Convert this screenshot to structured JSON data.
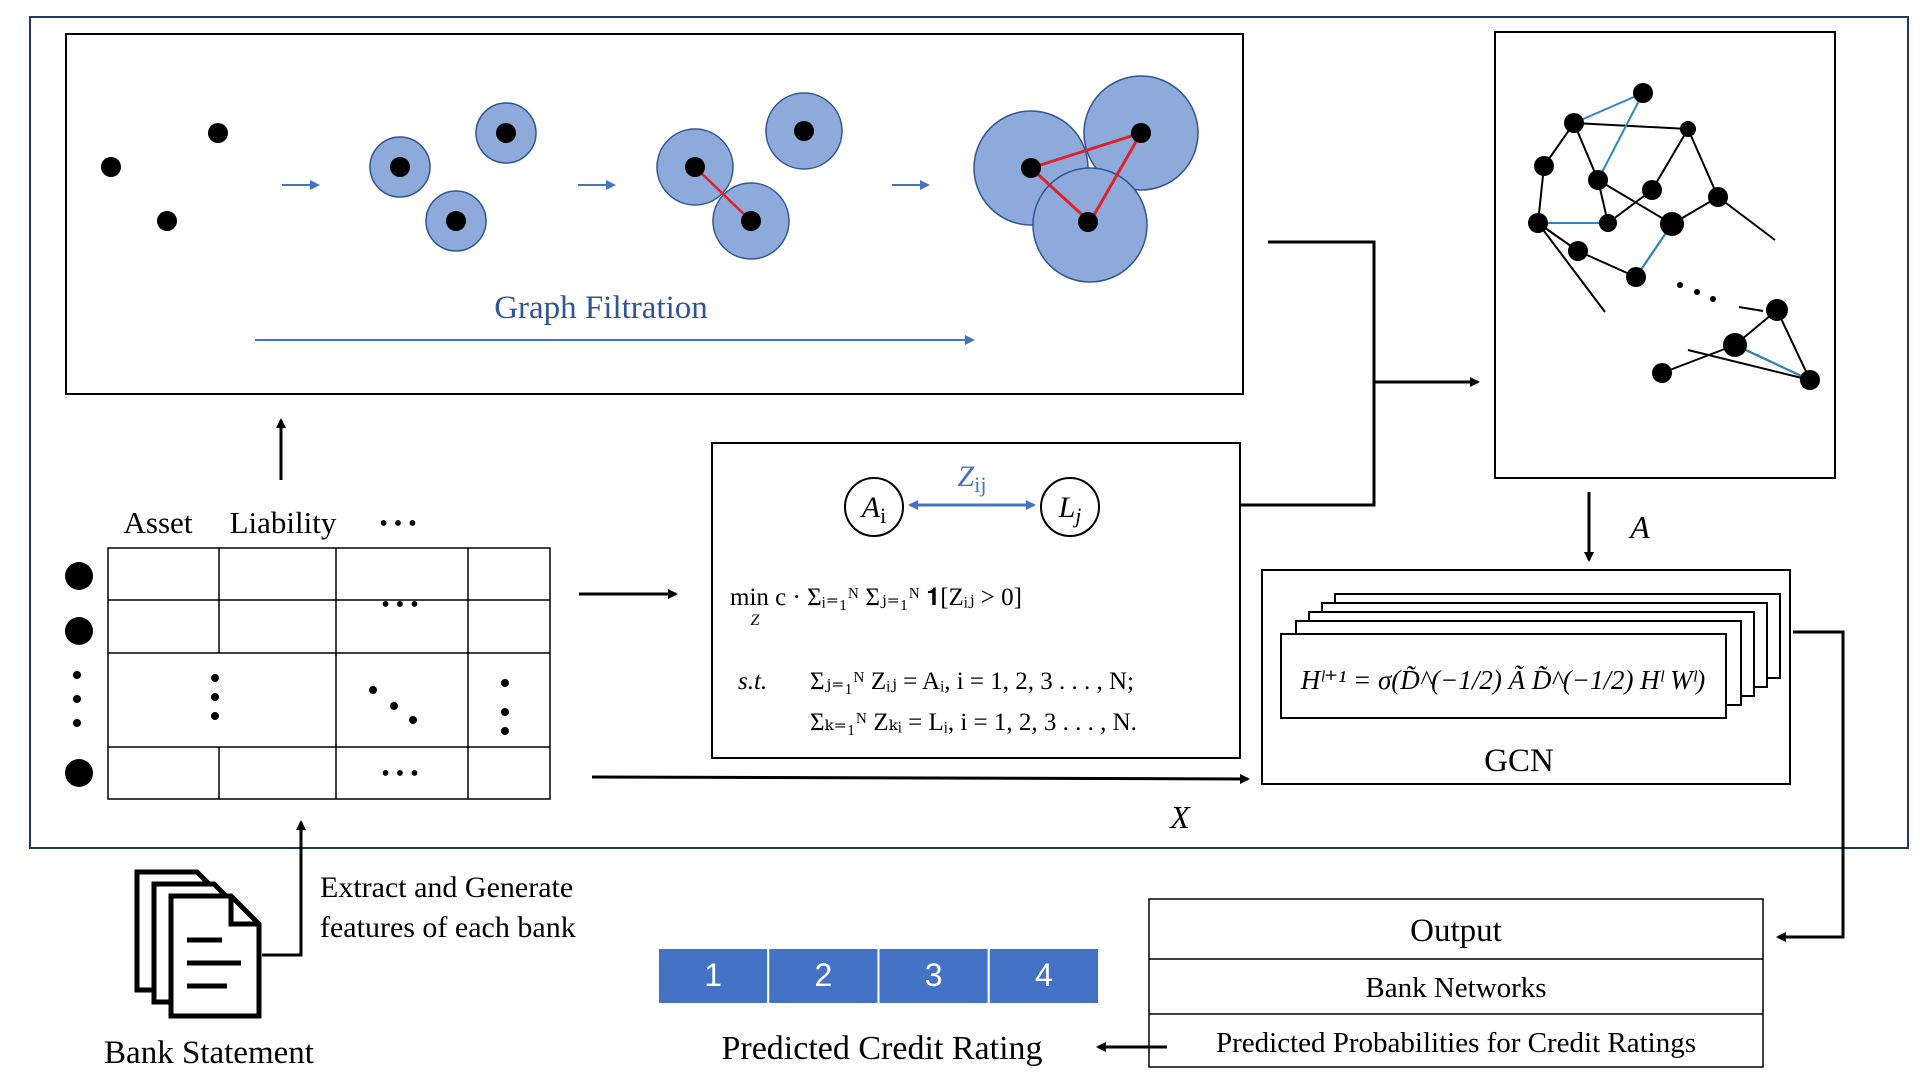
{
  "graph_filtration": {
    "label": "Graph Filtration"
  },
  "table": {
    "col_asset": "Asset",
    "col_liability": "Liability",
    "col_dots": "• • •",
    "row_dots": "• • •"
  },
  "optimization": {
    "node_a": "A",
    "node_a_sub": "i",
    "node_l": "L",
    "node_l_sub": "j",
    "edge_label": "Z",
    "edge_label_sub": "ij",
    "objective": "min  c · Σᵢ₌₁ᴺ Σⱼ₌₁ᴺ 𝟏[Zᵢⱼ > 0]",
    "objective_var": "Z",
    "constraint_prefix": "s.t.",
    "constraint_1": "Σⱼ₌₁ᴺ Zᵢⱼ = Aᵢ, i = 1, 2, 3 . . . , N;",
    "constraint_2": "Σₖ₌₁ᴺ Zₖᵢ = Lᵢ, i = 1, 2, 3 . . . , N."
  },
  "gcn": {
    "formula": "Hˡ⁺¹ = σ(D̃^(−1/2) Ã D̃^(−1/2) Hˡ Wˡ)",
    "label": "GCN"
  },
  "labels": {
    "a_label": "A",
    "x_label": "X",
    "extract_line1": "Extract and Generate",
    "extract_line2": "features of each bank",
    "bank_statement": "Bank Statement",
    "predicted_credit_rating": "Predicted Credit Rating"
  },
  "output": {
    "title": "Output",
    "row1": "Bank Networks",
    "row2": "Predicted Probabilities for Credit Ratings"
  },
  "ratings": {
    "values": [
      "1",
      "2",
      "3",
      "4"
    ],
    "color": "#4472c4"
  },
  "colors": {
    "circle_fill": "#8eaadb",
    "circle_stroke": "#2f5597",
    "edge_red": "#e0202a",
    "arrow_blue": "#4472c4",
    "edge_teal": "#2e86c1",
    "border_navy": "#1f3864"
  }
}
